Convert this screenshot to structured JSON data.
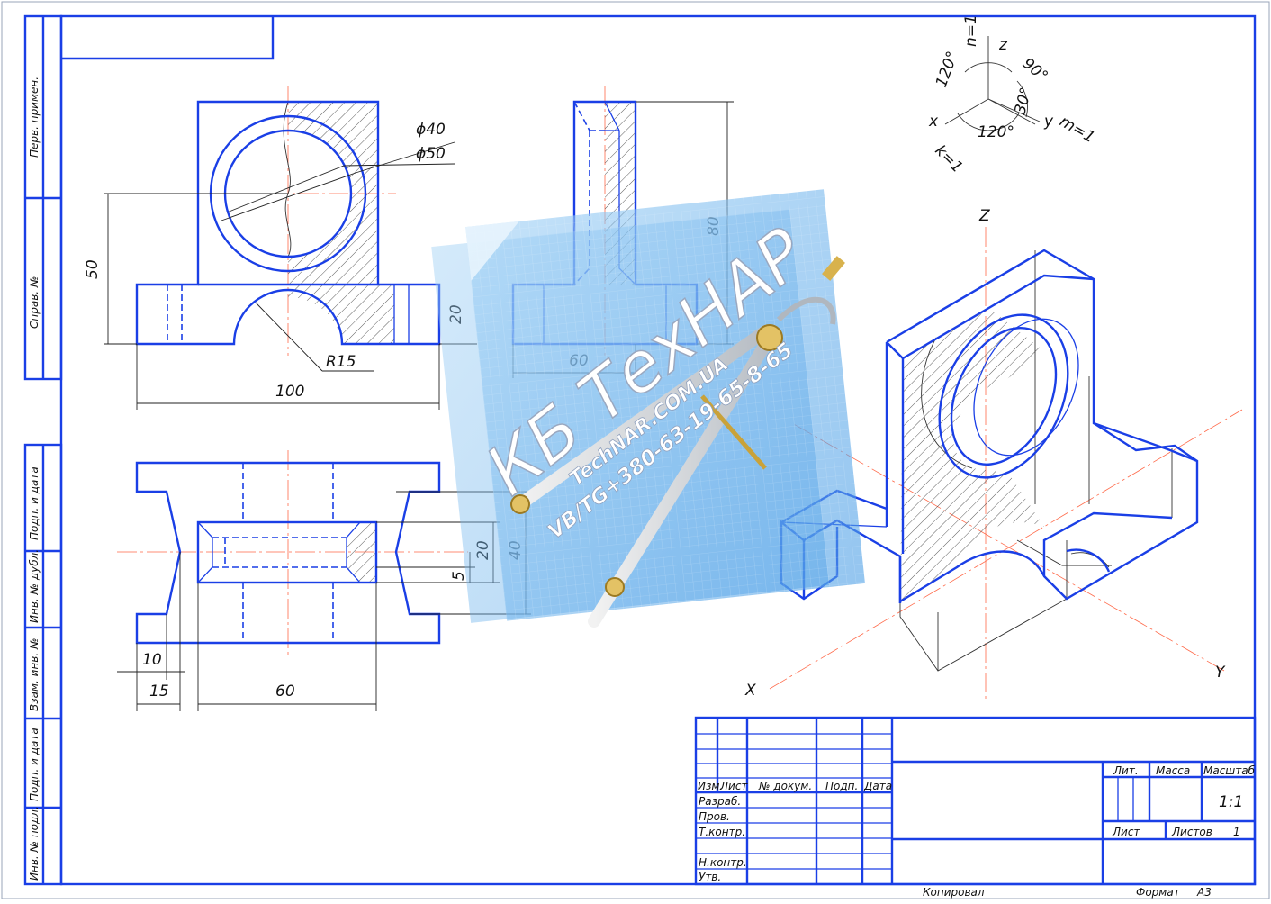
{
  "frame": {
    "side_labels": [
      "Перв. примен.",
      "Справ. №",
      "Подп. и дата",
      "Инв. № дубл.",
      "Взам. инв. №",
      "Подп. и дата",
      "Инв. № подл."
    ]
  },
  "dimensions": {
    "d40": "ϕ40",
    "d50": "ϕ50",
    "h50": "50",
    "h20": "20",
    "r15": "R15",
    "w100": "100",
    "h80": "80",
    "w60_side": "60",
    "v20": "20",
    "v40": "40",
    "v5": "5",
    "w10": "10",
    "w15": "15",
    "w60_top": "60"
  },
  "axes_legend": {
    "n": "n=1",
    "z": "z",
    "a90": "90°",
    "a120_left": "120°",
    "a120_bottom": "120°",
    "a30": "30°",
    "x": "x",
    "y": "y",
    "m": "m=1",
    "k": "k=1"
  },
  "iso_axes": {
    "z": "Z",
    "x": "X",
    "y": "Y"
  },
  "watermark": {
    "brand": "КБ ТехНАР",
    "site": "TechNAR.COM.UA",
    "contacts": "VB/TG+380-63-19-65-8-65"
  },
  "title_block": {
    "col_izm": "Изм.",
    "col_list": "Лист",
    "col_doc": "№ докум.",
    "col_podp": "Подп.",
    "col_data": "Дата",
    "razrab": "Разраб.",
    "prov": "Пров.",
    "tkontr": "Т.контр.",
    "nkontr": "Н.контр.",
    "utv": "Утв.",
    "lit": "Лит.",
    "massa": "Масса",
    "masshtab": "Масштаб",
    "scale": "1:1",
    "sheet": "Лист",
    "sheets": "Листов",
    "sheets_count": "1",
    "kopiroval": "Копировал",
    "format": "Формат",
    "format_value": "A3"
  }
}
